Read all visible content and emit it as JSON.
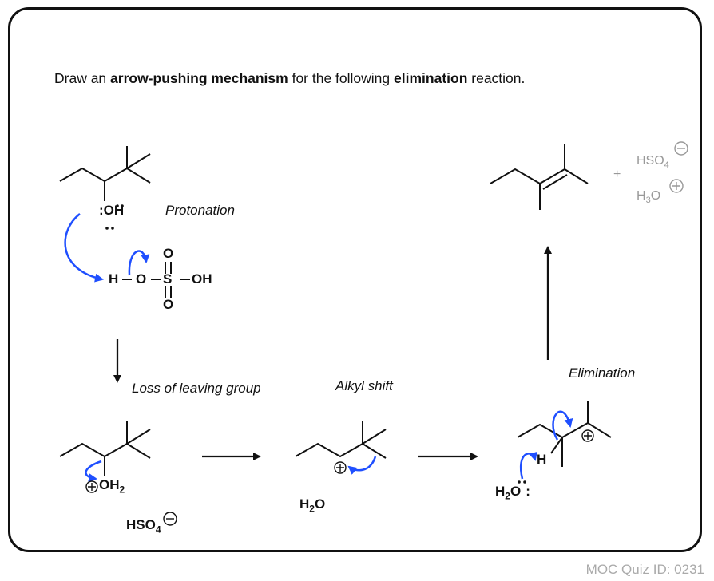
{
  "prompt": {
    "prefix": "Draw an ",
    "bold1": "arrow-pushing mechanism",
    "middle": " for the following ",
    "bold2": "elimination",
    "suffix": " reaction."
  },
  "steps": {
    "protonation": "Protonation",
    "loss": "Loss of leaving group",
    "alkyl_shift": "Alkyl shift",
    "elimination": "Elimination"
  },
  "labels": {
    "oh_colon": ":",
    "oh": "OH",
    "h": "H",
    "o": "O",
    "s": "S",
    "oh2": "OH",
    "oh2_sub": "2",
    "hso4_main": "HSO",
    "hso4_sub": "4",
    "h2o_main": "H",
    "h2o_sub": "2",
    "h2o_o": "O",
    "colon": ":",
    "plus": "+",
    "h3o_main": "H",
    "h3o_sub": "3",
    "h3o_o": "O"
  },
  "footer": {
    "quiz_id": "MOC Quiz ID: 0231"
  },
  "colors": {
    "arrow_blue": "#1f4fff",
    "ink": "#111111",
    "byproduct_gray": "#999999"
  }
}
